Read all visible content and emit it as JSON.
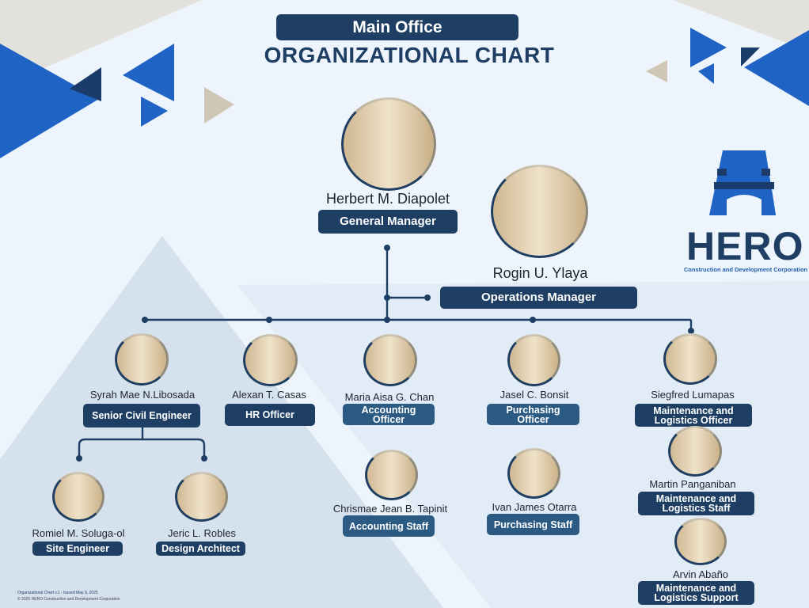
{
  "header": {
    "office": "Main Office",
    "title": "ORGANIZATIONAL CHART"
  },
  "logo": {
    "name": "HERO",
    "tagline": "Construction and Development Corporation"
  },
  "people": {
    "gm": {
      "name": "Herbert M. Diapolet",
      "role": "General Manager"
    },
    "om": {
      "name": "Rogin U. Ylaya",
      "role": "Operations Manager"
    },
    "sce": {
      "name": "Syrah Mae N.Libosada",
      "role": "Senior Civil Engineer"
    },
    "hr": {
      "name": "Alexan T. Casas",
      "role": "HR Officer"
    },
    "acco": {
      "name": "Maria Aisa G. Chan",
      "role": "Accounting Officer"
    },
    "purco": {
      "name": "Jasel C. Bonsit",
      "role": "Purchasing Officer"
    },
    "mlo": {
      "name": "Siegfred Lumapas",
      "role": "Maintenance and Logistics Officer"
    },
    "se": {
      "name": "Romiel M. Soluga-ol",
      "role": "Site Engineer"
    },
    "da": {
      "name": "Jeric L. Robles",
      "role": "Design Architect"
    },
    "accs": {
      "name": "Chrismae Jean B. Tapinit",
      "role": "Accounting Staff"
    },
    "purs": {
      "name": "Ivan James Otarra",
      "role": "Purchasing Staff"
    },
    "mls": {
      "name": "Martin Panganiban",
      "role": "Maintenance and Logistics Staff"
    },
    "mlsup": {
      "name": "Arvin Abaño",
      "role": "Maintenance and Logistics Support"
    }
  },
  "footer": {
    "version": "Organizational Chart v.1 - Issued May 9, 2025",
    "copyright": "© 2025 HERO Construction and Development Corporation"
  },
  "colors": {
    "navy": "#1e3f63",
    "blue": "#1f5fb0",
    "bg": "#eef4fb",
    "tan": "#cfc6b6"
  }
}
